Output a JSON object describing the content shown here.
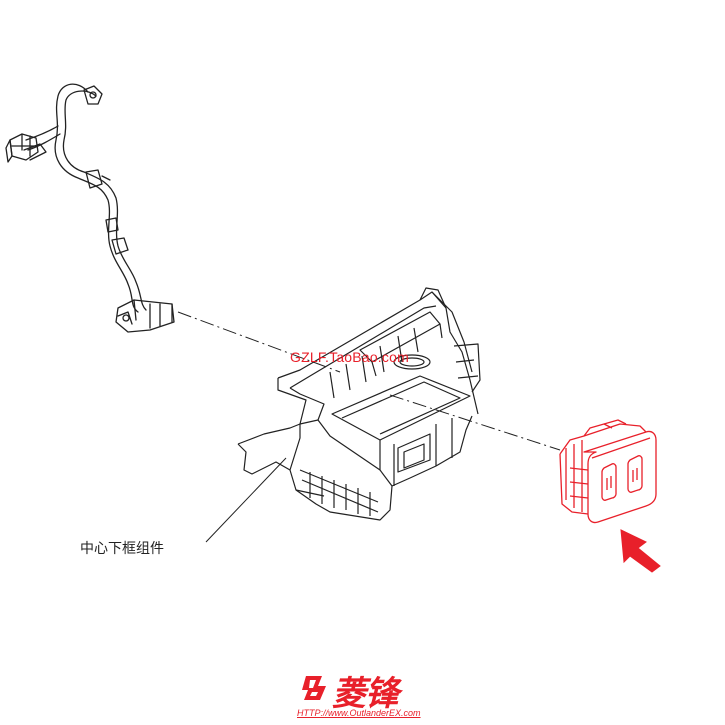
{
  "callout": {
    "label": "中心下框组件"
  },
  "watermark": {
    "text": "GZLF.TaoBao.com"
  },
  "logo": {
    "brand_text": "菱锋",
    "url": "HTTP://www.OutlanderEX.com"
  },
  "colors": {
    "line": "#222222",
    "highlight": "#e8202a"
  }
}
